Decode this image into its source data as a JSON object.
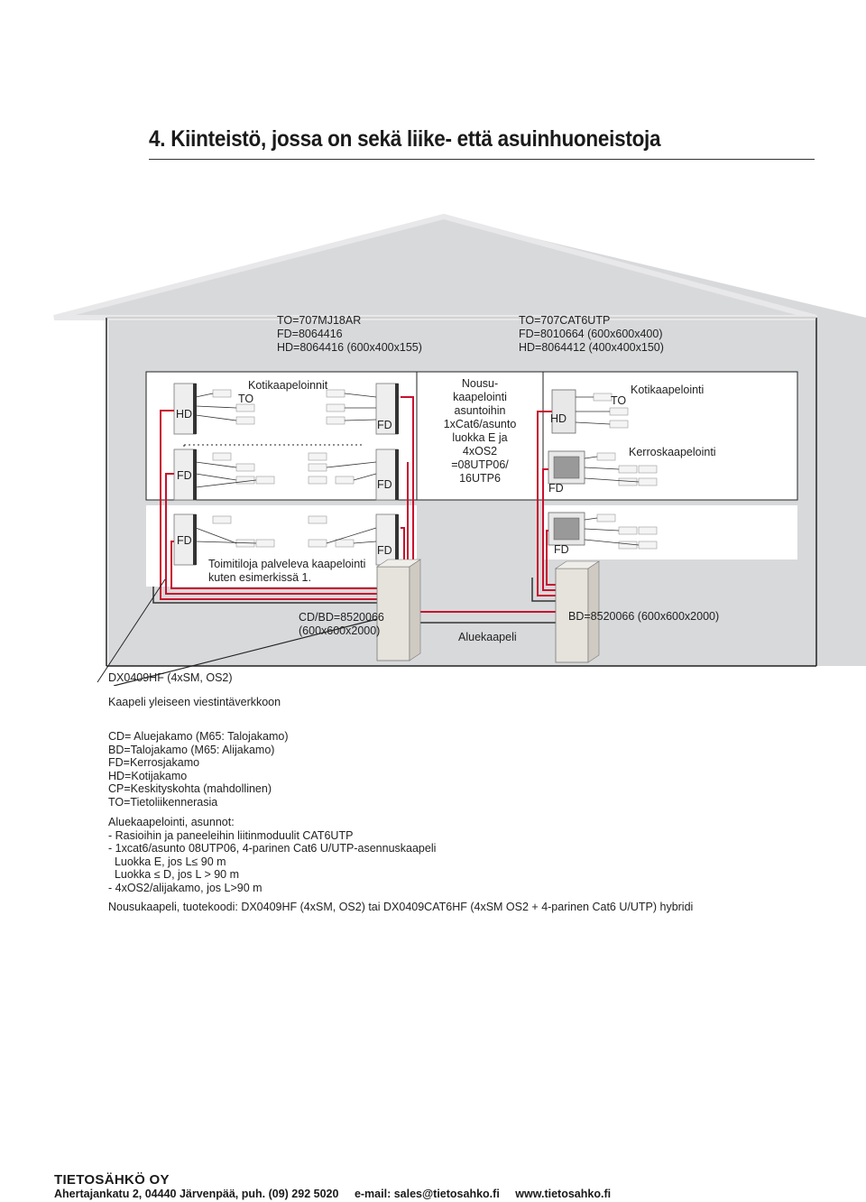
{
  "title": "4. Kiinteistö, jossa on sekä liike- että asuinhuoneistoja",
  "diagram": {
    "top_left_spec": [
      "TO=707MJ18AR",
      "FD=8064416",
      "HD=8064416 (600x400x155)"
    ],
    "top_right_spec": [
      "TO=707CAT6UTP",
      "FD=8010664 (600x600x400)",
      "HD=8064412 (400x400x150)"
    ],
    "left": {
      "hd": "HD",
      "to": "TO",
      "kotikaapeloinnit": "Kotikaapeloinnit",
      "fd_a": "FD",
      "fd_b": "FD",
      "fd_c": "FD",
      "fd_d": "FD",
      "fd_e": "FD",
      "toimitiloja": [
        "Toimitiloja palveleva kaapelointi",
        "kuten esimerkissä 1."
      ]
    },
    "center_text": [
      "Nousu-",
      "kaapelointi",
      "asuntoihin",
      "1xCat6/asunto",
      "luokka E ja",
      "4xOS2",
      "=08UTP06/",
      "16UTP6"
    ],
    "right": {
      "hd": "HD",
      "to": "TO",
      "kotikaapelointi": "Kotikaapelointi",
      "kerroskaapelointi": "Kerroskaapelointi",
      "fd_a": "FD",
      "fd_b": "FD"
    },
    "cd_bd": [
      "CD/BD=8520066",
      "(600x600x2000)"
    ],
    "aluekaapeli": "Aluekaapeli",
    "bd_right": "BD=8520066 (600x600x2000)",
    "dx": "DX0409HF (4xSM, OS2)",
    "kaapeli": "Kaapeli yleiseen viestintäverkkoon"
  },
  "legend": [
    "CD= Aluejakamo (M65: Talojakamo)",
    "BD=Talojakamo (M65: Alijakamo)",
    "FD=Kerrosjakamo",
    "HD=Kotijakamo",
    "CP=Keskityskohta (mahdollinen)",
    "TO=Tietoliikennerasia"
  ],
  "aluekaapelointi": [
    "Aluekaapelointi, asunnot:",
    "- Rasioihin ja paneeleihin liitinmoduulit CAT6UTP",
    "- 1xcat6/asunto 08UTP06, 4-parinen Cat6 U/UTP-asennuskaapeli",
    "  Luokka E, jos L≤ 90 m",
    "  Luokka ≤ D, jos L > 90 m",
    "- 4xOS2/alijakamo, jos L>90 m"
  ],
  "nousukaapeli": "Nousukaapeli, tuotekoodi: DX0409HF (4xSM, OS2) tai DX0409CAT6HF (4xSM OS2 + 4-parinen Cat6 U/UTP) hybridi",
  "footer": {
    "company": "TIETOSÄHKÖ OY",
    "address": "Ahertajankatu 2, 04440 Järvenpää, puh. (09) 292 5020",
    "email": "e-mail: sales@tietosahko.fi",
    "web": "www.tietosahko.fi"
  },
  "colors": {
    "house": "#d8d9db",
    "red_cable": "#c8102e",
    "outline": "#222222"
  }
}
